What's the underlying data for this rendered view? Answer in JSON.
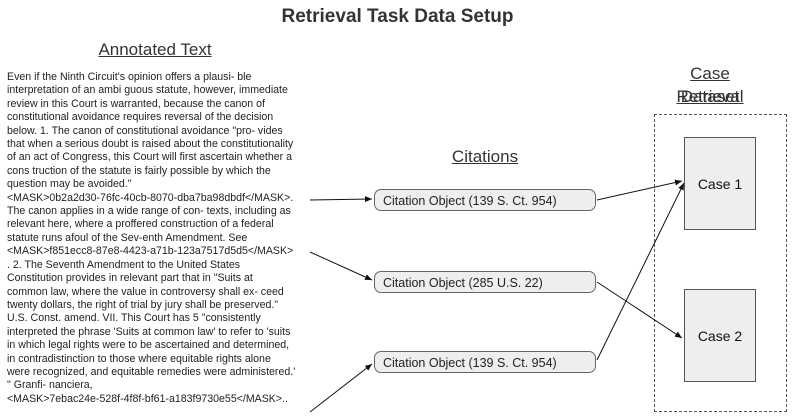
{
  "title": "Retrieval Task Data Setup",
  "annotated_text": {
    "heading": "Annotated Text",
    "lines": [
      "Even if the Ninth Circuit's opinion offers a plausi- ble",
      "interpretation of an ambi guous statute, however, immediate",
      "review in this Court is warranted, because the canon of",
      "constitutional avoidance requires reversal of the decision",
      "below. 1. The canon of constitutional avoidance \"pro- vides",
      "that when a serious doubt is raised about the constitutionality",
      "of an act of Congress, this Court will first ascertain whether a",
      "cons truction of the statute is fairly possible by which the",
      "question may be avoided.\"",
      "<MASK>0b2a2d30-76fc-40cb-8070-dba7ba98dbdf</MASK>.",
      "The canon applies in a wide range of con- texts, including as",
      "relevant here, where a proffered construction of a federal",
      "statute runs afoul of the Sev-enth Amendment. See",
      "<MASK>f851ecc8-87e8-4423-a71b-123a7517d5d5</MASK>",
      ". 2. The Seventh Amendment to the United States",
      "Constitution provides in relevant part that in \"Suits at",
      "common law, where the value in controversy shall ex- ceed",
      "twenty dollars, the right of trial by jury shall be preserved.\"",
      "U.S. Const. amend. VII. This Court has 5 \"consistently",
      "interpreted the phrase 'Suits at common law' to refer to 'suits",
      "in which legal rights were to be ascertained and determined,",
      "in contradistinction to those where equitable rights alone",
      "were recognized, and equitable remedies were administered.'",
      "\" Granfi- nanciera,",
      "<MASK>7ebac24e-528f-4f8f-bf61-a183f9730e55</MASK>.."
    ]
  },
  "citations": {
    "heading": "Citations",
    "items": [
      {
        "label": "Citation Object (139 S. Ct. 954)"
      },
      {
        "label": "Citation Object (285 U.S. 22)"
      },
      {
        "label": "Citation Object (139 S. Ct. 954)"
      }
    ]
  },
  "dataset": {
    "heading_line1": "Case Retrieval",
    "heading_line2": "Dataset",
    "cases": [
      {
        "label": "Case 1"
      },
      {
        "label": "Case 2"
      }
    ]
  }
}
